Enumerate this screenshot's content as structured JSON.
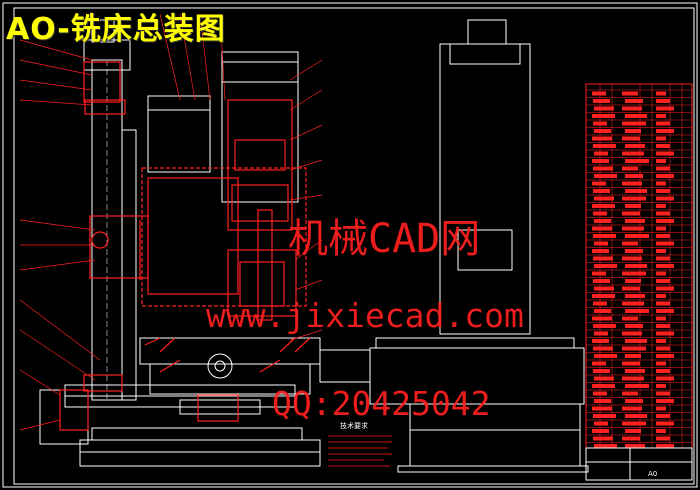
{
  "drawing": {
    "title": "AO-铣床总装图",
    "colors": {
      "background": "#000000",
      "frame": "#ffffff",
      "part_lines": "#ff0000",
      "title": "#ffff00",
      "watermark": "#ff2020"
    }
  },
  "watermarks": {
    "line1": "机械CAD网",
    "line2": "www.jixiecad.com",
    "line3": "QQ:20425042"
  },
  "notes": {
    "heading": "技术要求"
  },
  "parts_table": {
    "footer_label": "A0"
  }
}
